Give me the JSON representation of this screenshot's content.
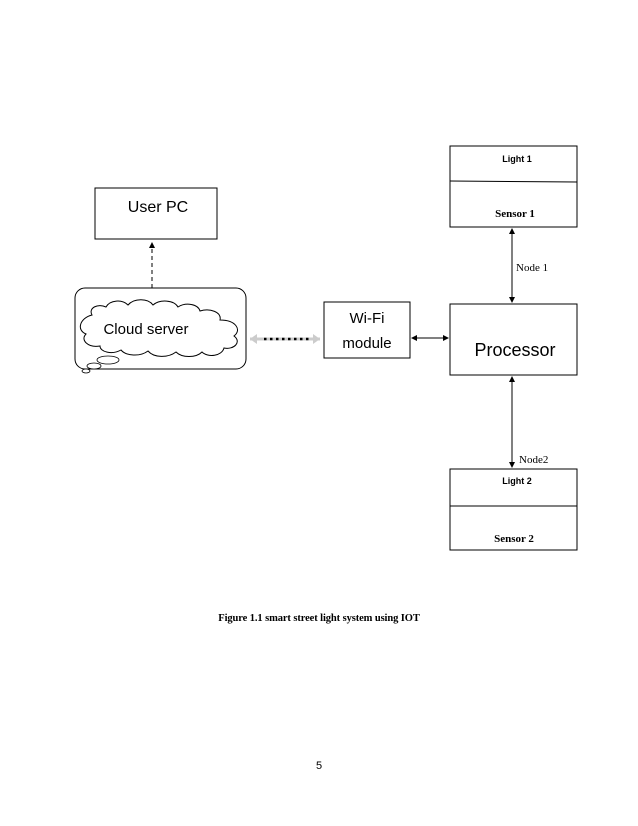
{
  "diagram": {
    "nodes": {
      "user_pc": "User PC",
      "cloud_server": "Cloud server",
      "wifi_module_line1": "Wi-Fi",
      "wifi_module_line2": "module",
      "processor": "Processor",
      "light1": "Light 1",
      "sensor1": "Sensor 1",
      "light2": "Light 2",
      "sensor2": "Sensor 2"
    },
    "edge_labels": {
      "node1": "Node 1",
      "node2": "Node2"
    }
  },
  "caption": "Figure 1.1 smart street light system using IOT",
  "page_number": "5"
}
